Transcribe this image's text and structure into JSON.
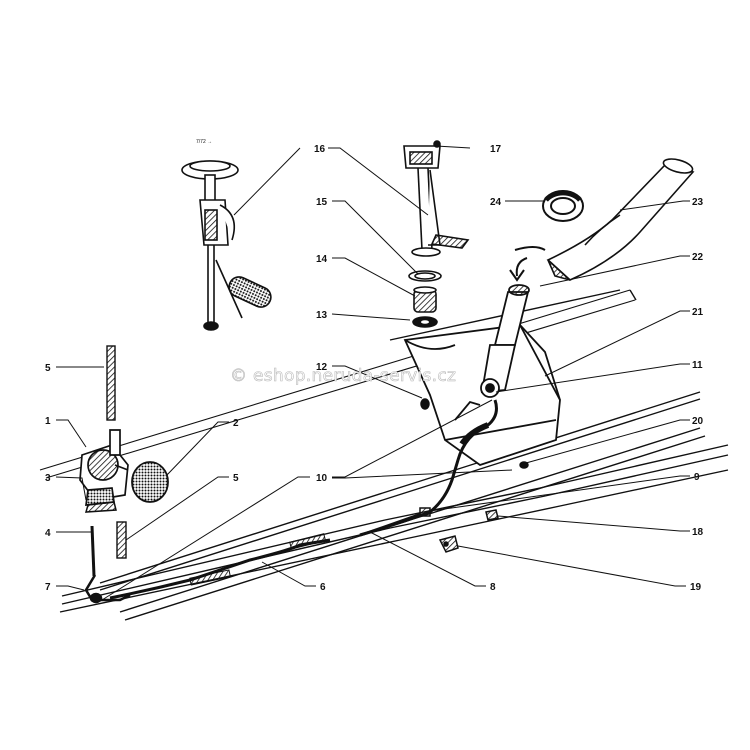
{
  "watermark": "© eshop.neruda-servis.cz",
  "small_note": "7/72 →",
  "callouts": [
    {
      "id": "c16",
      "label": "16"
    },
    {
      "id": "c17",
      "label": "17"
    },
    {
      "id": "c15",
      "label": "15"
    },
    {
      "id": "c24",
      "label": "24"
    },
    {
      "id": "c23",
      "label": "23"
    },
    {
      "id": "c14",
      "label": "14"
    },
    {
      "id": "c22",
      "label": "22"
    },
    {
      "id": "c13",
      "label": "13"
    },
    {
      "id": "c21",
      "label": "21"
    },
    {
      "id": "c5a",
      "label": "5"
    },
    {
      "id": "c12",
      "label": "12"
    },
    {
      "id": "c11",
      "label": "11"
    },
    {
      "id": "c1",
      "label": "1"
    },
    {
      "id": "c2",
      "label": "2"
    },
    {
      "id": "c20",
      "label": "20"
    },
    {
      "id": "c3",
      "label": "3"
    },
    {
      "id": "c5b",
      "label": "5"
    },
    {
      "id": "c10",
      "label": "10"
    },
    {
      "id": "c9",
      "label": "9"
    },
    {
      "id": "c4",
      "label": "4"
    },
    {
      "id": "c18",
      "label": "18"
    },
    {
      "id": "c7",
      "label": "7"
    },
    {
      "id": "c6",
      "label": "6"
    },
    {
      "id": "c8",
      "label": "8"
    },
    {
      "id": "c19",
      "label": "19"
    }
  ],
  "colors": {
    "ink": "#111111",
    "paper": "#ffffff",
    "watermark_outline": "#b8b8b8"
  }
}
